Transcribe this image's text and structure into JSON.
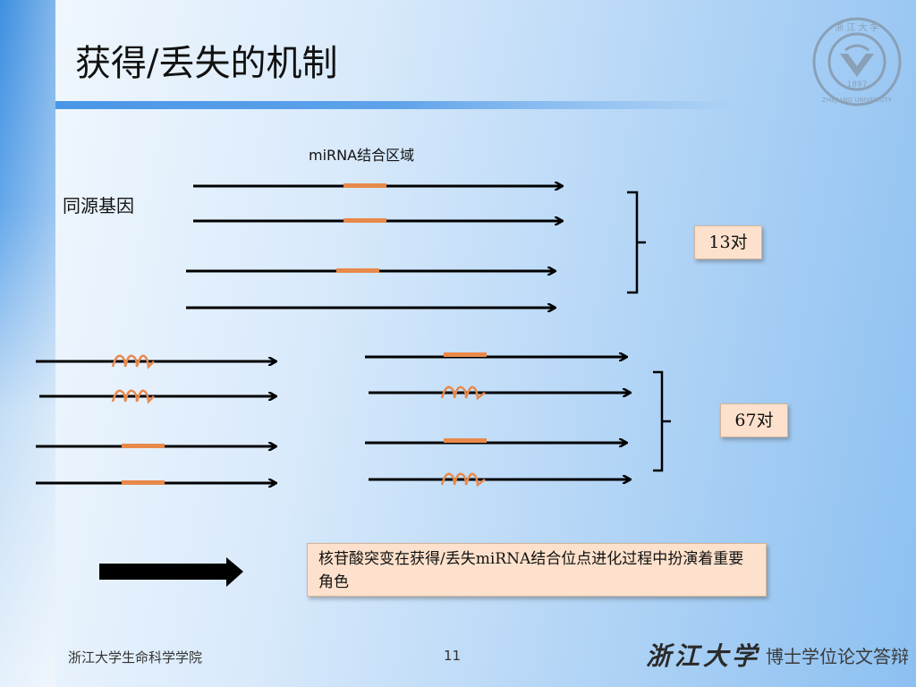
{
  "slide": {
    "title": "获得/丢失的机制",
    "mirna_region_label": "miRNA结合区域",
    "homolog_label": "同源基因",
    "count_top": "13对",
    "count_bottom": "67对",
    "conclusion": "核苷酸突变在获得/丢失miRNA结合位点进化过程中扮演着重要角色"
  },
  "logo": {
    "ring_text_top": "浙 江 大 学",
    "ring_text_bottom": "ZHEJIANG UNIVERSITY",
    "year": "1897"
  },
  "footer": {
    "school": "浙江大学生命科学学院",
    "page": "11",
    "university_brush": "浙江大学",
    "degree": "博士学位论文答辩"
  },
  "colors": {
    "arrow": "#000000",
    "site": "#e8894a",
    "box_fill": "#fde1cc",
    "title_rule": "#4a96e6"
  }
}
